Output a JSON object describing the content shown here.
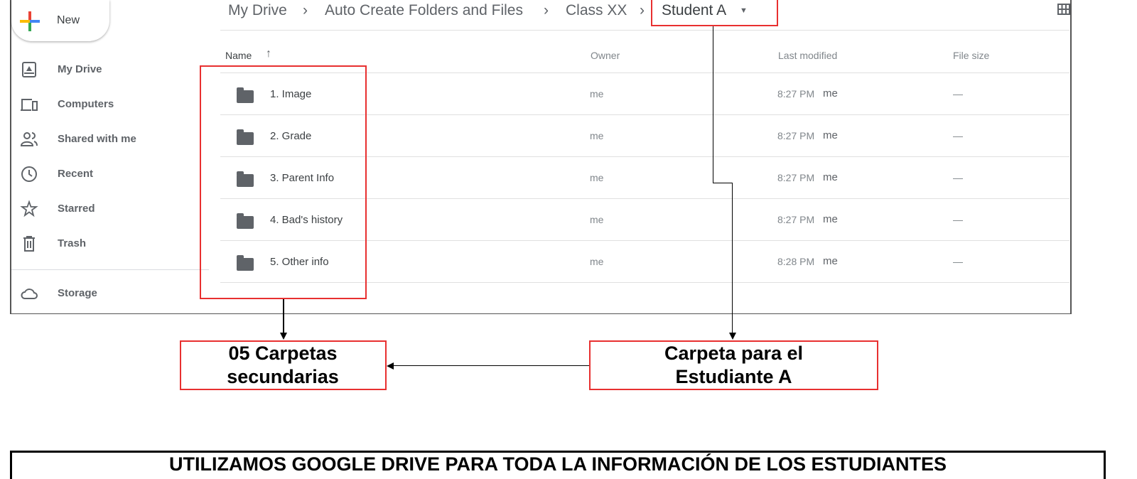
{
  "new_button": {
    "label": "New"
  },
  "sidebar": {
    "items": [
      {
        "label": "My Drive",
        "icon": "drive-icon"
      },
      {
        "label": "Computers",
        "icon": "computers-icon"
      },
      {
        "label": "Shared with me",
        "icon": "shared-icon"
      },
      {
        "label": "Recent",
        "icon": "clock-icon"
      },
      {
        "label": "Starred",
        "icon": "star-icon"
      },
      {
        "label": "Trash",
        "icon": "trash-icon"
      },
      {
        "label": "Storage",
        "icon": "cloud-icon"
      }
    ]
  },
  "breadcrumb": [
    "My Drive",
    "Auto Create Folders and Files",
    "Class XX",
    "Student A"
  ],
  "table": {
    "headers": {
      "name": "Name",
      "owner": "Owner",
      "modified": "Last modified",
      "size": "File size"
    },
    "rows": [
      {
        "name": "1. Image",
        "owner": "me",
        "time": "8:27 PM",
        "by": "me",
        "size": "—"
      },
      {
        "name": "2. Grade",
        "owner": "me",
        "time": "8:27 PM",
        "by": "me",
        "size": "—"
      },
      {
        "name": "3. Parent Info",
        "owner": "me",
        "time": "8:27 PM",
        "by": "me",
        "size": "—"
      },
      {
        "name": "4. Bad's history",
        "owner": "me",
        "time": "8:27 PM",
        "by": "me",
        "size": "—"
      },
      {
        "name": "5. Other info",
        "owner": "me",
        "time": "8:28 PM",
        "by": "me",
        "size": "—"
      }
    ]
  },
  "annotations": {
    "subfolders": "05 Carpetas secundarias",
    "student_folder": "Carpeta para el Estudiante A",
    "banner": "UTILIZAMOS GOOGLE DRIVE PARA TODA LA INFORMACIÓN DE LOS ESTUDIANTES"
  },
  "colors": {
    "annotation": "#e83030",
    "icon": "#5f6368"
  }
}
